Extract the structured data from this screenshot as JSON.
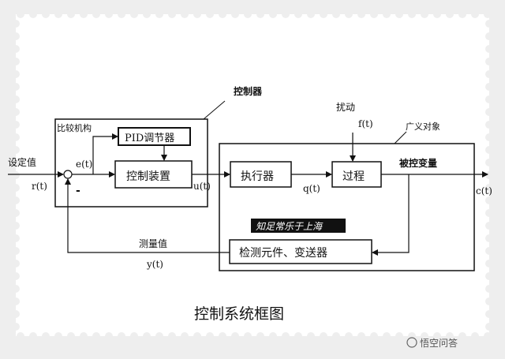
{
  "labels": {
    "controller": "控制器",
    "comparator": "比较机构",
    "pid": "PID调节器",
    "control_device": "控制装置",
    "actuator": "执行器",
    "process": "过程",
    "plant": "广义对象",
    "disturbance": "扰动",
    "disturbance_signal": "f(t)",
    "setpoint": "设定值",
    "setpoint_signal": "r(t)",
    "error_signal": "e(t)",
    "minus_sign": "-",
    "control_signal": "u(t)",
    "manipulated_signal": "q(t)",
    "controlled_variable": "被控变量",
    "output_signal": "c(t)",
    "measurement": "测量值",
    "measurement_signal": "y(t)",
    "sensor": "检测元件、变送器",
    "watermark": "知足常乐于上海",
    "caption": "控制系统框图",
    "source_watermark": "悟空问答"
  },
  "colors": {
    "background": "#eeeeee",
    "paper": "#ffffff",
    "ink": "#111111",
    "watermark_bg": "#111111",
    "watermark_text": "#ffffff"
  }
}
